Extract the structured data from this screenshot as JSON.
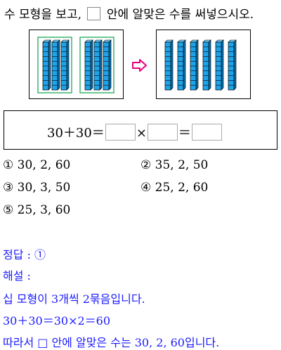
{
  "question": {
    "prefix": "수 모형을 보고,",
    "suffix": "안에 알맞은 수를 써넣으시오."
  },
  "figure": {
    "left_groups": 2,
    "rods_per_group": 3,
    "right_rods": 6,
    "rod_color": "#1fa3e8",
    "group_outline_color": "#3cb371",
    "arrow_color": "#e6007e"
  },
  "equation": {
    "left": "30＋30＝",
    "times": "×",
    "equals": "＝"
  },
  "options": [
    {
      "label": "① 30,  2,  60"
    },
    {
      "label": "② 35,  2,  50"
    },
    {
      "label": "③ 30,  3,  50"
    },
    {
      "label": "④ 25,  2,  60"
    },
    {
      "label": "⑤ 25,  3,  60"
    }
  ],
  "solution": {
    "answer_line": "정답 : ①",
    "explain_title": "해설 :",
    "line1": "십 모형이 3개씩 2묶음입니다.",
    "line2": "30＋30＝30×2＝60",
    "line3": "따라서 □ 안에 알맞은 수는 30,  2,  60입니다."
  }
}
